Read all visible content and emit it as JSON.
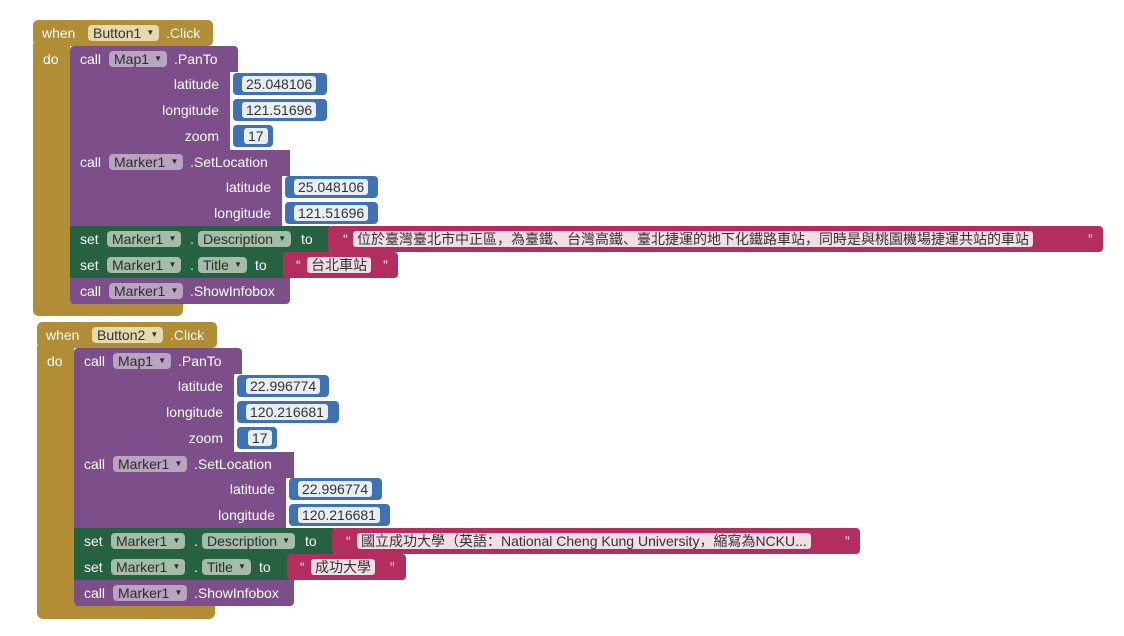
{
  "blocks": [
    {
      "event": {
        "when_label": "when",
        "component": "Button1",
        "event_name": ".Click",
        "do_label": "do"
      },
      "pan": {
        "call_label": "call",
        "component": "Map1",
        "method": ".PanTo",
        "latitude_label": "latitude",
        "latitude": "25.048106",
        "longitude_label": "longitude",
        "longitude": "121.51696",
        "zoom_label": "zoom",
        "zoom": "17"
      },
      "setloc": {
        "call_label": "call",
        "component": "Marker1",
        "method": ".SetLocation",
        "latitude_label": "latitude",
        "latitude": "25.048106",
        "longitude_label": "longitude",
        "longitude": "121.51696"
      },
      "desc": {
        "set_label": "set",
        "component": "Marker1",
        "dot": ".",
        "property": "Description",
        "to_label": "to",
        "open_quote": "“",
        "value": "位於臺灣臺北市中正區，為臺鐵、台灣高鐵、臺北捷運的地下化鐵路車站，同時是與桃園機場捷運共站的車站",
        "close_quote": "”"
      },
      "title": {
        "set_label": "set",
        "component": "Marker1",
        "dot": ".",
        "property": "Title",
        "to_label": "to",
        "open_quote": "“",
        "value": "台北車站",
        "close_quote": "”"
      },
      "info": {
        "call_label": "call",
        "component": "Marker1",
        "method": ".ShowInfobox"
      }
    },
    {
      "event": {
        "when_label": "when",
        "component": "Button2",
        "event_name": ".Click",
        "do_label": "do"
      },
      "pan": {
        "call_label": "call",
        "component": "Map1",
        "method": ".PanTo",
        "latitude_label": "latitude",
        "latitude": "22.996774",
        "longitude_label": "longitude",
        "longitude": "120.216681",
        "zoom_label": "zoom",
        "zoom": "17"
      },
      "setloc": {
        "call_label": "call",
        "component": "Marker1",
        "method": ".SetLocation",
        "latitude_label": "latitude",
        "latitude": "22.996774",
        "longitude_label": "longitude",
        "longitude": "120.216681"
      },
      "desc": {
        "set_label": "set",
        "component": "Marker1",
        "dot": ".",
        "property": "Description",
        "to_label": "to",
        "open_quote": "“",
        "value": "國立成功大學（英語：National Cheng Kung University，縮寫為NCKU...",
        "close_quote": "”"
      },
      "title": {
        "set_label": "set",
        "component": "Marker1",
        "dot": ".",
        "property": "Title",
        "to_label": "to",
        "open_quote": "“",
        "value": "成功大學",
        "close_quote": "”"
      },
      "info": {
        "call_label": "call",
        "component": "Marker1",
        "method": ".ShowInfobox"
      }
    }
  ],
  "colors": {
    "event": "#b18e35",
    "procedure": "#7d4f8a",
    "setter": "#266141",
    "text_block": "#b32d5e",
    "number_block": "#3f71b5"
  },
  "icons": {
    "dropdown": "triangle-down"
  }
}
